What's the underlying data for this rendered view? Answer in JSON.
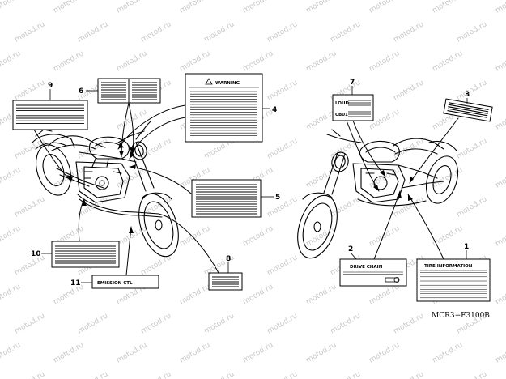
{
  "watermark": "motod.ru",
  "figure_code": "MCR3−F3100B",
  "callouts": {
    "c1": "1",
    "c2": "2",
    "c3": "3",
    "c4": "4",
    "c5": "5",
    "c6": "6",
    "c7": "7",
    "c8": "8",
    "c9": "9",
    "c10": "10",
    "c11": "11"
  },
  "labels": {
    "warning": "WARNING",
    "drive_chain": "DRIVE CHAIN",
    "tire_information": "TIRE   INFORMATION",
    "label11_text": "EMISSION CTL",
    "label7_row1": "LOUD",
    "label7_row2": "CB01"
  }
}
